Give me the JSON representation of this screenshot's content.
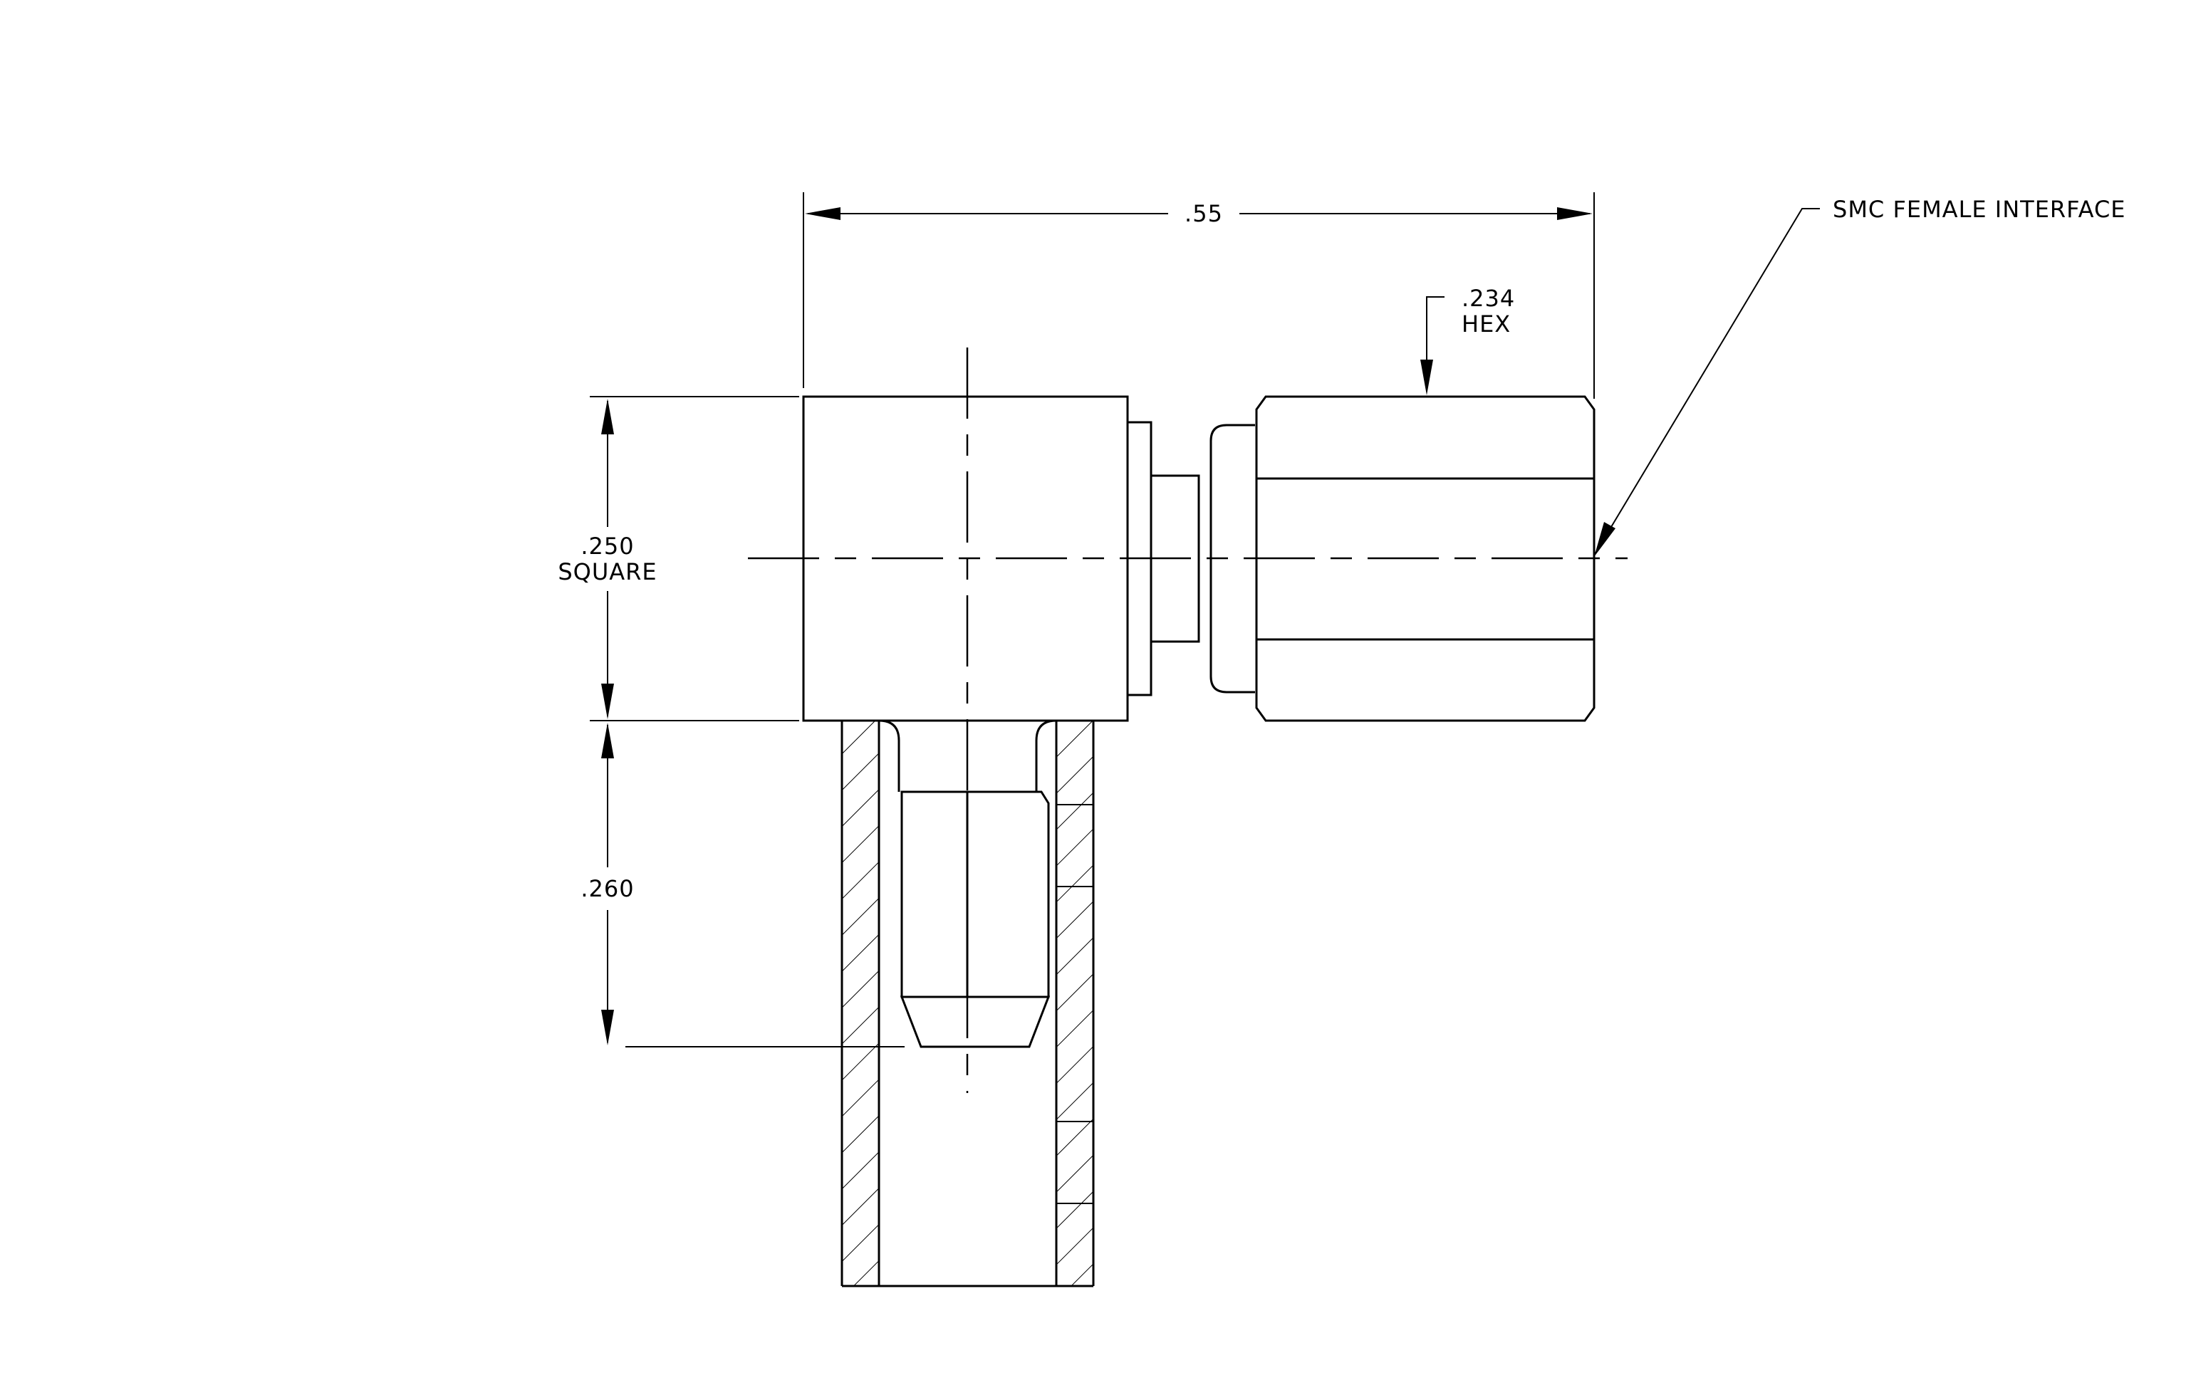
{
  "drawing": {
    "dim_width": ".55",
    "dim_hex_value": ".234",
    "dim_hex_label": "HEX",
    "dim_square_value": ".250",
    "dim_square_label": "SQUARE",
    "dim_length": ".260",
    "interface_callout": "SMC FEMALE INTERFACE"
  }
}
